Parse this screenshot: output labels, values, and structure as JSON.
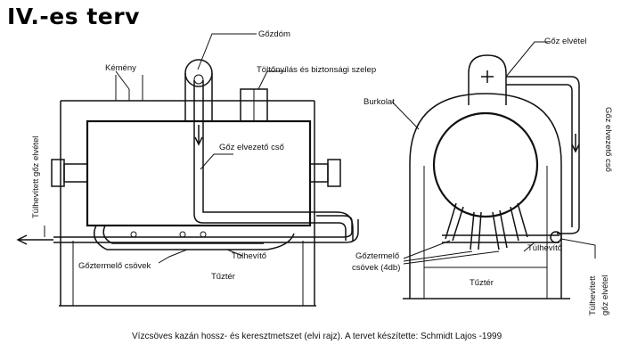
{
  "title": "IV.-es terv",
  "labels": {
    "gozdom": "Gőzdóm",
    "kemeny": "Kémény",
    "toltonyilas": "Töltőnyílás és biztonsági szelep",
    "goz_elvezeto_cso_left": "Gőz elvezető cső",
    "tulhevitett_goz_elvetel_left": "Túlhevített gőz elvétel",
    "goztermelo_csovek_left": "Gőztermelő csövek",
    "tulhevito_left": "Túlhevítő",
    "tuzter_left": "Tűztér",
    "goz_elvetel": "Gőz elvétel",
    "burkolat": "Burkolat",
    "goz_elvezeto_cso_right": "Gőz elvezető cső",
    "goztermelo_csovek_right_1": "Gőztermelő",
    "goztermelo_csovek_right_2": "csövek (4db)",
    "tulhevito_right": "Túlhevítő",
    "tuzter_right": "Tűztér",
    "tulhevitett_goz_elvetel_right_1": "Túlhevített",
    "tulhevitett_goz_elvetel_right_2": "gőz elvétel"
  },
  "caption": "Vízcsöves kazán hossz- és keresztmetszet (elvi rajz).  A tervet készítette: Schmidt Lajos -1999"
}
